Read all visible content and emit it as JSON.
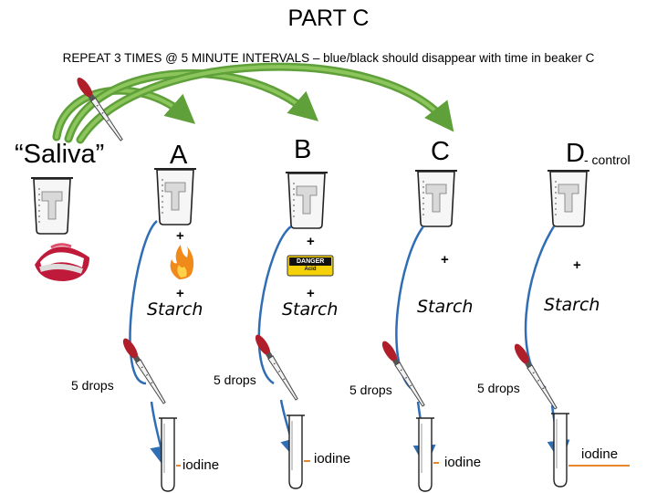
{
  "title": "PART C",
  "subtitle": "REPEAT 3 TIMES @ 5 MINUTE INTERVALS – blue/black should disappear with time in beaker C",
  "saliva_label": "“Saliva”",
  "beakers": [
    {
      "label": "A"
    },
    {
      "label": "B"
    },
    {
      "label": "C"
    },
    {
      "label": "D",
      "suffix": " - control"
    }
  ],
  "plus": "+",
  "starch": "Starch",
  "drops": "5 drops",
  "iodine": "iodine",
  "danger_sign": {
    "line1": "DANGER",
    "line2": "Acid"
  },
  "colors": {
    "arrow_green": "#5fa03a",
    "arrow_blue": "#2f6db4",
    "tube_line": "#4a6f9e",
    "iodine_pointer": "#e8862a",
    "dropper_bulb": "#b01e2a",
    "flame": "#f08a1a"
  }
}
